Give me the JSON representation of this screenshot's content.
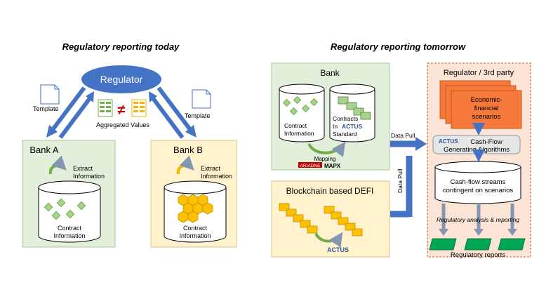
{
  "left": {
    "title": "Regulatory reporting today",
    "regulator": "Regulator",
    "template_left": "Template",
    "template_right": "Template",
    "neq": "≠",
    "aggregated": "Aggregated Values",
    "bank_a": {
      "title": "Bank A",
      "extract_line1": "Extract",
      "extract_line2": "Information",
      "db_line1": "Contract",
      "db_line2": "Information"
    },
    "bank_b": {
      "title": "Bank B",
      "extract_line1": "Extract",
      "extract_line2": "Information",
      "db_line1": "Contract",
      "db_line2": "Information"
    }
  },
  "right": {
    "title": "Regulatory reporting tomorrow",
    "bank": {
      "title": "Bank",
      "db1_line1": "Contract",
      "db1_line2": "Information",
      "db2_line1": "Contracts",
      "db2_line2a": "In",
      "db2_line3": "Standard",
      "actus": "ACTUS",
      "mapping": "Mapping",
      "ariadne": "ARIADNE",
      "mapx": "MAPX"
    },
    "data_pull_1": "Data Pull",
    "data_pull_2": "Data Pull",
    "defi": {
      "title": "Blockchain based DEFI",
      "actus": "ACTUS"
    },
    "regulator": {
      "title": "Regulator / 3rd party",
      "scen_line1": "Economic-",
      "scen_line2": "financial",
      "scen_line3": "scenarios",
      "cf_actus": "ACTUS",
      "cf_line1": "Cash-Flow",
      "cf_line2": "Generating Algorithms",
      "streams_line1": "Cash-flow streams",
      "streams_line2": "contingent on scenarios",
      "analysis": "Regulatory analysis & reporting",
      "reports": "Regulatory reports"
    }
  },
  "colors": {
    "arrow_blue": "#4472c4",
    "bank_green": "#e2efda",
    "bank_yellow": "#fff2cc",
    "orange": "#f4793b",
    "report_green": "#00a651",
    "reg_panel": "#fce4d6"
  }
}
